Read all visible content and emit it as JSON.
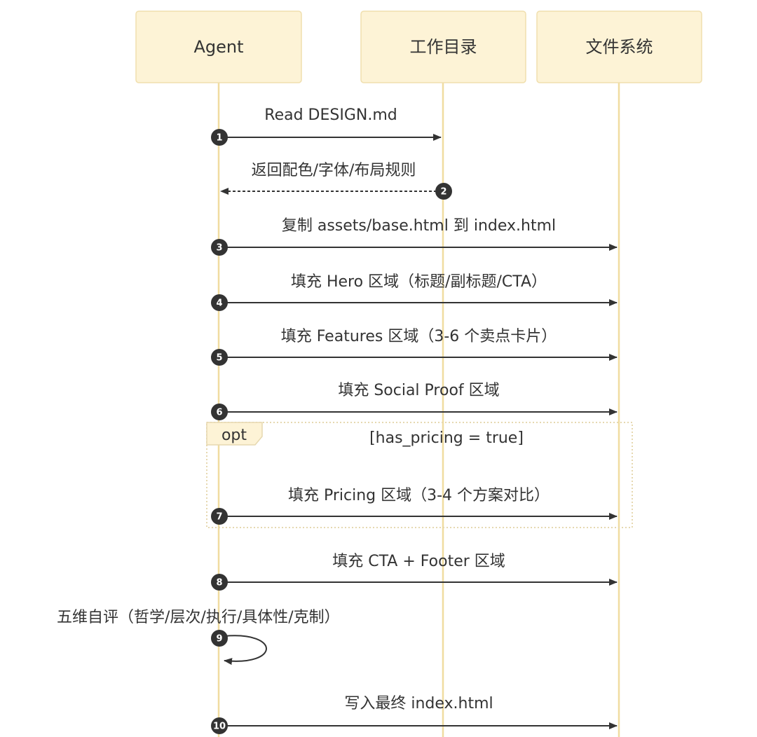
{
  "actors": [
    {
      "id": "agent",
      "label": "Agent"
    },
    {
      "id": "workdir",
      "label": "工作目录"
    },
    {
      "id": "fs",
      "label": "文件系统"
    }
  ],
  "messages": [
    {
      "num": "1",
      "from": "agent",
      "to": "workdir",
      "label": "Read DESIGN.md",
      "style": "solid"
    },
    {
      "num": "2",
      "from": "workdir",
      "to": "agent",
      "label": "返回配色/字体/布局规则",
      "style": "dashed"
    },
    {
      "num": "3",
      "from": "agent",
      "to": "fs",
      "label": "复制 assets/base.html 到 index.html",
      "style": "solid"
    },
    {
      "num": "4",
      "from": "agent",
      "to": "fs",
      "label": "填充 Hero 区域（标题/副标题/CTA）",
      "style": "solid"
    },
    {
      "num": "5",
      "from": "agent",
      "to": "fs",
      "label": "填充 Features 区域（3-6 个卖点卡片）",
      "style": "solid"
    },
    {
      "num": "6",
      "from": "agent",
      "to": "fs",
      "label": "填充 Social Proof 区域",
      "style": "solid"
    },
    {
      "num": "7",
      "from": "agent",
      "to": "fs",
      "label": "填充 Pricing 区域（3-4 个方案对比）",
      "style": "solid"
    },
    {
      "num": "8",
      "from": "agent",
      "to": "fs",
      "label": "填充 CTA + Footer 区域",
      "style": "solid"
    },
    {
      "num": "9",
      "from": "agent",
      "to": "agent",
      "label": "五维自评（哲学/层次/执行/具体性/克制）",
      "style": "self"
    },
    {
      "num": "10",
      "from": "agent",
      "to": "fs",
      "label": "写入最终 index.html",
      "style": "solid"
    }
  ],
  "opt_block": {
    "keyword": "opt",
    "condition": "[has_pricing = true]"
  },
  "colors": {
    "actor_fill": "#fdf3d6",
    "actor_stroke": "#f0dfae",
    "lifeline": "#f0dca0",
    "arrow": "#333333",
    "num_circle": "#333333",
    "opt_border": "#e6d8b0",
    "opt_tab": "#fdf3d6"
  }
}
